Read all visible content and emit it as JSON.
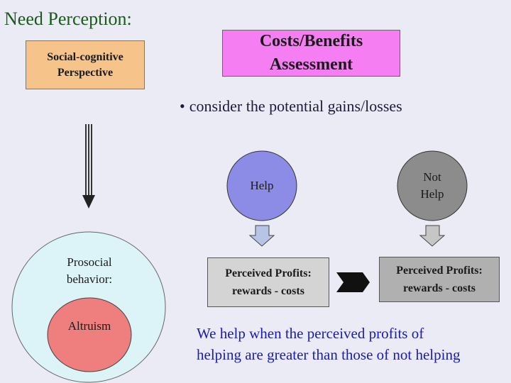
{
  "title": "Need Perception:",
  "social_box": {
    "line1": "Social-cognitive",
    "line2": "Perspective"
  },
  "costs_box": {
    "line1": "Costs/Benefits",
    "line2": "Assessment"
  },
  "bullet": {
    "symbol": "•",
    "text": "consider the potential gains/losses"
  },
  "help_circle": {
    "label": "Help"
  },
  "not_help_circle": {
    "line1": "Not",
    "line2": "Help"
  },
  "outer_circle": {
    "line1": "Prosocial",
    "line2": "behavior:"
  },
  "inner_circle": {
    "label": "Altruism"
  },
  "profits_help": {
    "line1": "Perceived Profits:",
    "line2": "rewards - costs"
  },
  "profits_not_help": {
    "line1": "Perceived Profits:",
    "line2": "rewards - costs"
  },
  "conclusion": {
    "line1": "We help when the perceived profits of",
    "line2": "helping are greater than those of not helping"
  },
  "colors": {
    "social_box": "#f6c48a",
    "costs_box": "#f47ef2",
    "help_circle": "#8c8ce6",
    "not_help_circle": "#8c8c8c",
    "outer_circle": "#dcf3f8",
    "inner_circle": "#ef7f7f",
    "conclusion_text": "#1a1ab8",
    "title_text": "#1a5a1a"
  }
}
